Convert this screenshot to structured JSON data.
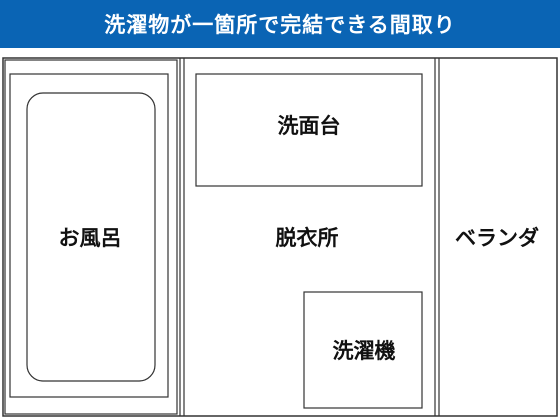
{
  "title": "洗濯物が一箇所で完結できる間取り",
  "colors": {
    "title_bar": "#0a64b4",
    "title_text": "#ffffff",
    "wall": "#333333",
    "room_fill": "#ffffff",
    "label": "#111111"
  },
  "rooms": {
    "bath": "お風呂",
    "washbasin": "洗面台",
    "dressing_room": "脱衣所",
    "washing_machine": "洗濯機",
    "veranda": "ベランダ"
  }
}
